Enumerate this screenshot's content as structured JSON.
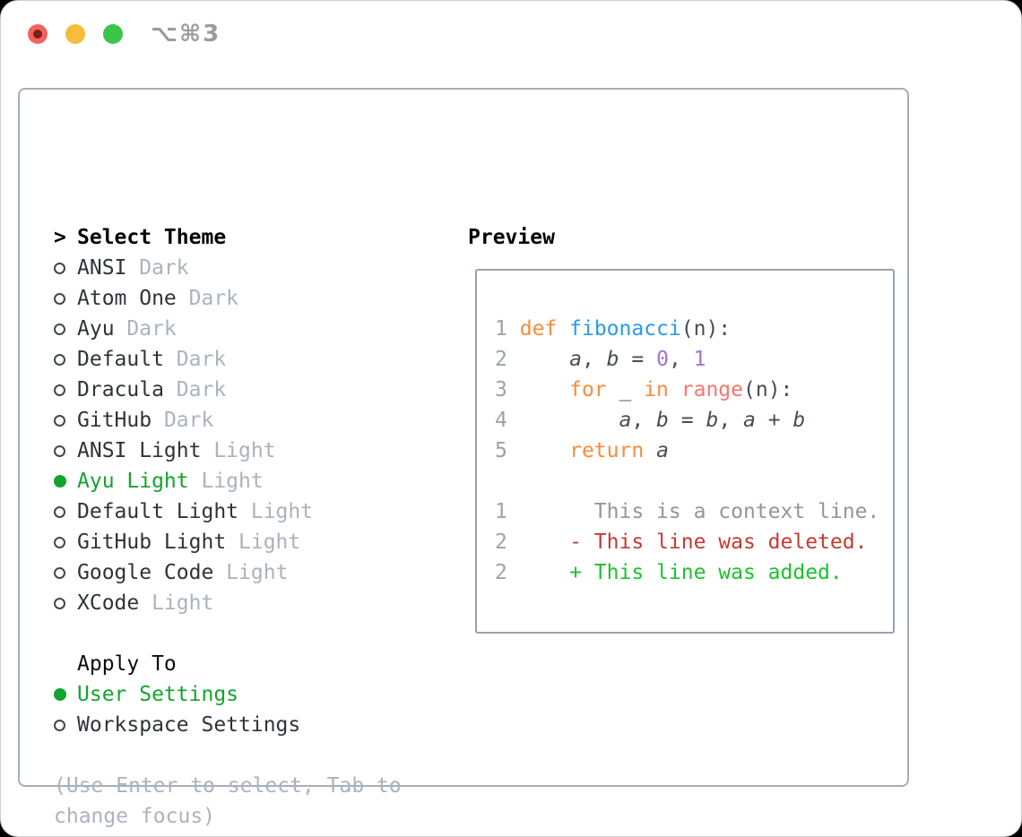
{
  "window": {
    "shortcut_label": "⌥⌘3"
  },
  "colors": {
    "accent-green": "#12a42e",
    "added-green": "#1dc12d",
    "deleted-red": "#c43b30",
    "kw-orange": "#fa8c3c",
    "fn-blue": "#2a9bea",
    "lit-purple": "#a56fd6",
    "call-coral": "#f7756e",
    "tag-gray": "#aab3bd",
    "num-gray": "#9aa3ad",
    "ctx-gray": "#8f979f",
    "text-dark": "#2f3338",
    "code-text": "#484d53"
  },
  "theme_panel": {
    "header_caret": ">",
    "header": "Select Theme",
    "items": [
      {
        "name": "ANSI",
        "tag": "Dark",
        "selected": false
      },
      {
        "name": "Atom One",
        "tag": "Dark",
        "selected": false
      },
      {
        "name": "Ayu",
        "tag": "Dark",
        "selected": false
      },
      {
        "name": "Default",
        "tag": "Dark",
        "selected": false
      },
      {
        "name": "Dracula",
        "tag": "Dark",
        "selected": false
      },
      {
        "name": "GitHub",
        "tag": "Dark",
        "selected": false
      },
      {
        "name": "ANSI Light",
        "tag": "Light",
        "selected": false
      },
      {
        "name": "Ayu Light",
        "tag": "Light",
        "selected": true
      },
      {
        "name": "Default Light",
        "tag": "Light",
        "selected": false
      },
      {
        "name": "GitHub Light",
        "tag": "Light",
        "selected": false
      },
      {
        "name": "Google Code",
        "tag": "Light",
        "selected": false
      },
      {
        "name": "XCode",
        "tag": "Light",
        "selected": false
      }
    ],
    "apply_to": {
      "header": "Apply To",
      "options": [
        {
          "name": "User Settings",
          "selected": true
        },
        {
          "name": "Workspace Settings",
          "selected": false
        }
      ]
    },
    "help_lines": [
      "(Use Enter to select, Tab to",
      "change focus)"
    ]
  },
  "preview": {
    "header": "Preview",
    "lines": [
      [
        {
          "t": "num",
          "s": "1"
        },
        {
          "t": "plain",
          "s": " "
        },
        {
          "t": "kw",
          "s": "def"
        },
        {
          "t": "plain",
          "s": " "
        },
        {
          "t": "fn",
          "s": "fibonacci"
        },
        {
          "t": "plain",
          "s": "(n):"
        }
      ],
      [
        {
          "t": "num",
          "s": "2"
        },
        {
          "t": "plain",
          "s": "     "
        },
        {
          "t": "var",
          "s": "a"
        },
        {
          "t": "plain",
          "s": ", "
        },
        {
          "t": "var",
          "s": "b"
        },
        {
          "t": "plain",
          "s": " = "
        },
        {
          "t": "lit",
          "s": "0"
        },
        {
          "t": "plain",
          "s": ", "
        },
        {
          "t": "lit",
          "s": "1"
        }
      ],
      [
        {
          "t": "num",
          "s": "3"
        },
        {
          "t": "plain",
          "s": "     "
        },
        {
          "t": "kw",
          "s": "for"
        },
        {
          "t": "plain",
          "s": " _ "
        },
        {
          "t": "kw",
          "s": "in"
        },
        {
          "t": "plain",
          "s": " "
        },
        {
          "t": "call",
          "s": "range"
        },
        {
          "t": "plain",
          "s": "(n):"
        }
      ],
      [
        {
          "t": "num",
          "s": "4"
        },
        {
          "t": "plain",
          "s": "         "
        },
        {
          "t": "var",
          "s": "a"
        },
        {
          "t": "plain",
          "s": ", "
        },
        {
          "t": "var",
          "s": "b"
        },
        {
          "t": "plain",
          "s": " = "
        },
        {
          "t": "var",
          "s": "b"
        },
        {
          "t": "plain",
          "s": ", "
        },
        {
          "t": "var",
          "s": "a"
        },
        {
          "t": "plain",
          "s": " + "
        },
        {
          "t": "var",
          "s": "b"
        }
      ],
      [
        {
          "t": "num",
          "s": "5"
        },
        {
          "t": "plain",
          "s": "     "
        },
        {
          "t": "kw",
          "s": "return"
        },
        {
          "t": "plain",
          "s": " "
        },
        {
          "t": "var",
          "s": "a"
        }
      ],
      [],
      [
        {
          "t": "num",
          "s": "1"
        },
        {
          "t": "plain",
          "s": "       "
        },
        {
          "t": "ctx",
          "s": "This is a context line."
        }
      ],
      [
        {
          "t": "num",
          "s": "2"
        },
        {
          "t": "plain",
          "s": "     "
        },
        {
          "t": "del",
          "s": "- This line was deleted."
        }
      ],
      [
        {
          "t": "num",
          "s": "2"
        },
        {
          "t": "plain",
          "s": "     "
        },
        {
          "t": "add",
          "s": "+ This line was added."
        }
      ]
    ]
  }
}
